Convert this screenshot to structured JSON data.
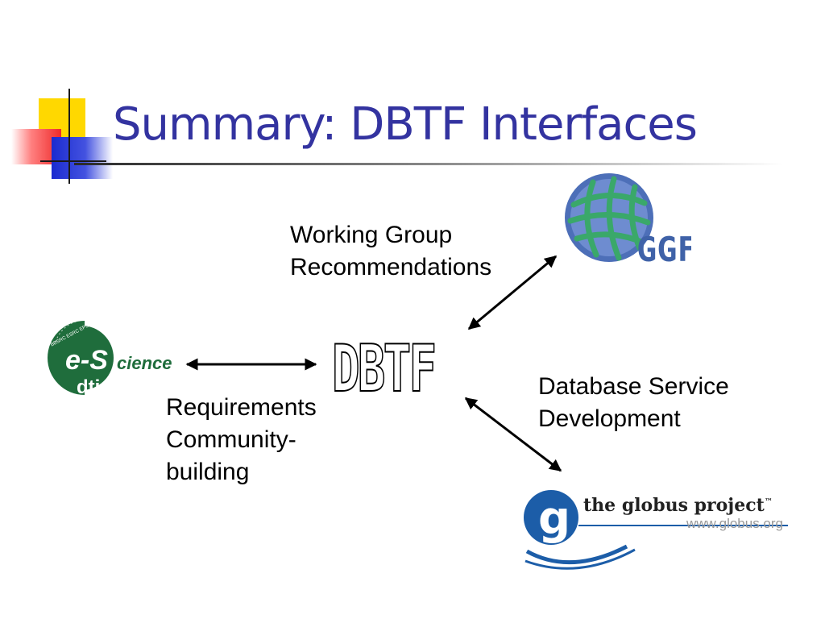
{
  "title": "Summary: DBTF Interfaces",
  "center": {
    "label": "DBTF"
  },
  "labels": {
    "working_group": [
      "Working Group",
      "Recommendations"
    ],
    "database_service": [
      "Database Service",
      "Development"
    ],
    "requirements": [
      "Requirements",
      "Community-",
      "building"
    ]
  },
  "logos": {
    "escience": {
      "main_letters": "e-S",
      "rest": "cience",
      "sub": "dti",
      "ring_text": "BBSRC ESRC EPSRC MRC NERC PPARC CCLRC"
    },
    "ggf": {
      "text": "GGF"
    },
    "globus": {
      "letter": "g",
      "name": "the globus project",
      "tm": "™",
      "url": "www.globus.org"
    }
  },
  "colors": {
    "title": "#3333a0",
    "escience_green": "#1f6d3c",
    "ggf_blue": "#3f62a8",
    "ggf_green": "#3aa86a",
    "globus_blue": "#1c5da8"
  }
}
